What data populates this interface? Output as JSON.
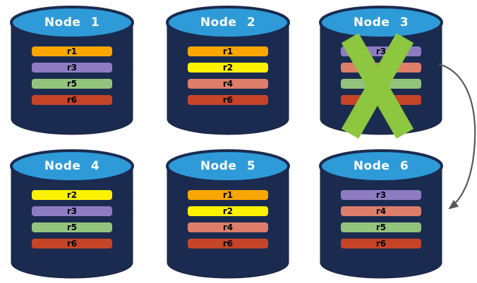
{
  "colors": {
    "background": "#FFFFFF",
    "cylinder_body": "#1B2B50",
    "cylinder_outline": "#14213F",
    "cylinder_top": "#2E9BD8",
    "node_title_text": "#FFFFFF",
    "replica_label_text": "#000000",
    "failure_x": "#8DC63F",
    "arrow": "#595959"
  },
  "nodes": [
    {
      "title": "Node 1",
      "row": 0,
      "col": 0,
      "failed": false,
      "replicas": [
        {
          "label": "r1",
          "color": "#F9A602"
        },
        {
          "label": "r3",
          "color": "#8E7CC3"
        },
        {
          "label": "r5",
          "color": "#93C47D"
        },
        {
          "label": "r6",
          "color": "#C64428"
        }
      ]
    },
    {
      "title": "Node 2",
      "row": 0,
      "col": 1,
      "failed": false,
      "replicas": [
        {
          "label": "r1",
          "color": "#F9A602"
        },
        {
          "label": "r2",
          "color": "#FAF202"
        },
        {
          "label": "r4",
          "color": "#DD7E6B"
        },
        {
          "label": "r6",
          "color": "#C64428"
        }
      ]
    },
    {
      "title": "Node 3",
      "row": 0,
      "col": 2,
      "failed": true,
      "replicas": [
        {
          "label": "r3",
          "color": "#8E7CC3"
        },
        {
          "label": "r4",
          "color": "#DD7E6B"
        },
        {
          "label": "r5",
          "color": "#93C47D"
        },
        {
          "label": "r6",
          "color": "#C64428"
        }
      ]
    },
    {
      "title": "Node 4",
      "row": 1,
      "col": 0,
      "failed": false,
      "replicas": [
        {
          "label": "r2",
          "color": "#FAF202"
        },
        {
          "label": "r3",
          "color": "#8E7CC3"
        },
        {
          "label": "r5",
          "color": "#93C47D"
        },
        {
          "label": "r6",
          "color": "#C64428"
        }
      ]
    },
    {
      "title": "Node 5",
      "row": 1,
      "col": 1,
      "failed": false,
      "replicas": [
        {
          "label": "r1",
          "color": "#F9A602"
        },
        {
          "label": "r2",
          "color": "#FAF202"
        },
        {
          "label": "r4",
          "color": "#DD7E6B"
        },
        {
          "label": "r6",
          "color": "#C64428"
        }
      ]
    },
    {
      "title": "Node 6",
      "row": 1,
      "col": 2,
      "failed": false,
      "replicas": [
        {
          "label": "r3",
          "color": "#8E7CC3"
        },
        {
          "label": "r4",
          "color": "#DD7E6B"
        },
        {
          "label": "r5",
          "color": "#93C47D"
        },
        {
          "label": "r6",
          "color": "#C64428"
        }
      ]
    }
  ],
  "annotations": {
    "failure_marker": {
      "symbol": "X",
      "on_node": "Node 3"
    },
    "arrow": {
      "from": "Node 3",
      "to": "Node 6"
    }
  }
}
